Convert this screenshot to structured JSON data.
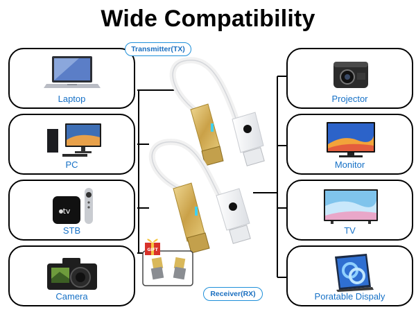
{
  "title": "Wide Compatibility",
  "badges": {
    "transmitter": "Transmitter(TX)",
    "receiver": "Receiver(RX)",
    "gift": "GIFT"
  },
  "sources": [
    {
      "label": "Laptop",
      "icon": "laptop-icon"
    },
    {
      "label": "PC",
      "icon": "desktop-pc-icon"
    },
    {
      "label": "STB",
      "icon": "set-top-box-icon"
    },
    {
      "label": "Camera",
      "icon": "camera-icon"
    }
  ],
  "displays": [
    {
      "label": "Projector",
      "icon": "projector-icon"
    },
    {
      "label": "Monitor",
      "icon": "monitor-icon"
    },
    {
      "label": "TV",
      "icon": "tv-icon"
    },
    {
      "label": "Poratable Dispaly",
      "icon": "tablet-icon"
    }
  ],
  "colors": {
    "label_blue": "#1570c6",
    "badge_border": "#1e8fd9",
    "gold": "#d9b85a",
    "gift_red": "#d8322a"
  }
}
